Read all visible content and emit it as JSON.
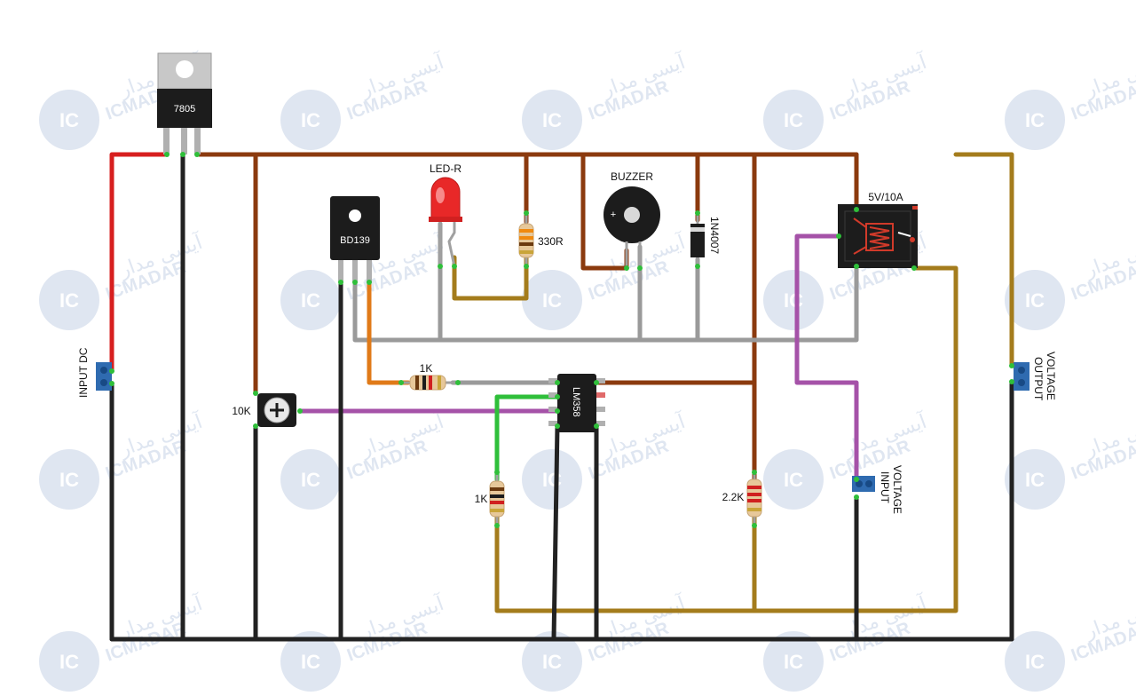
{
  "watermark": {
    "fa": "آیسی مدار",
    "en": "ICMADAR",
    "ic": "IC"
  },
  "components": {
    "regulator": "7805",
    "transistor": "BD139",
    "led": "LED-R",
    "led_resistor": "330R",
    "buzzer": "BUZZER",
    "diode": "1N4007",
    "relay": "5V/10A",
    "opamp": "LM358",
    "pot": "10K",
    "r_base": "1K",
    "r_bottom": "1K",
    "r_div": "2.2K",
    "buzzer_plus": "+"
  },
  "terminals": {
    "input_dc": "INPUT DC",
    "voltage_output_1": "VOLTAGE",
    "voltage_output_2": "OUTPUT",
    "voltage_input_1": "VOLTAGE",
    "voltage_input_2": "INPUT"
  },
  "wire_colors": {
    "red": "#d71f1f",
    "brown": "#8b3a0e",
    "black": "#222222",
    "gray": "#9a9a9a",
    "orange": "#e07a18",
    "purple": "#a552a8",
    "green": "#2fbf3a",
    "olive": "#a47c1c"
  }
}
